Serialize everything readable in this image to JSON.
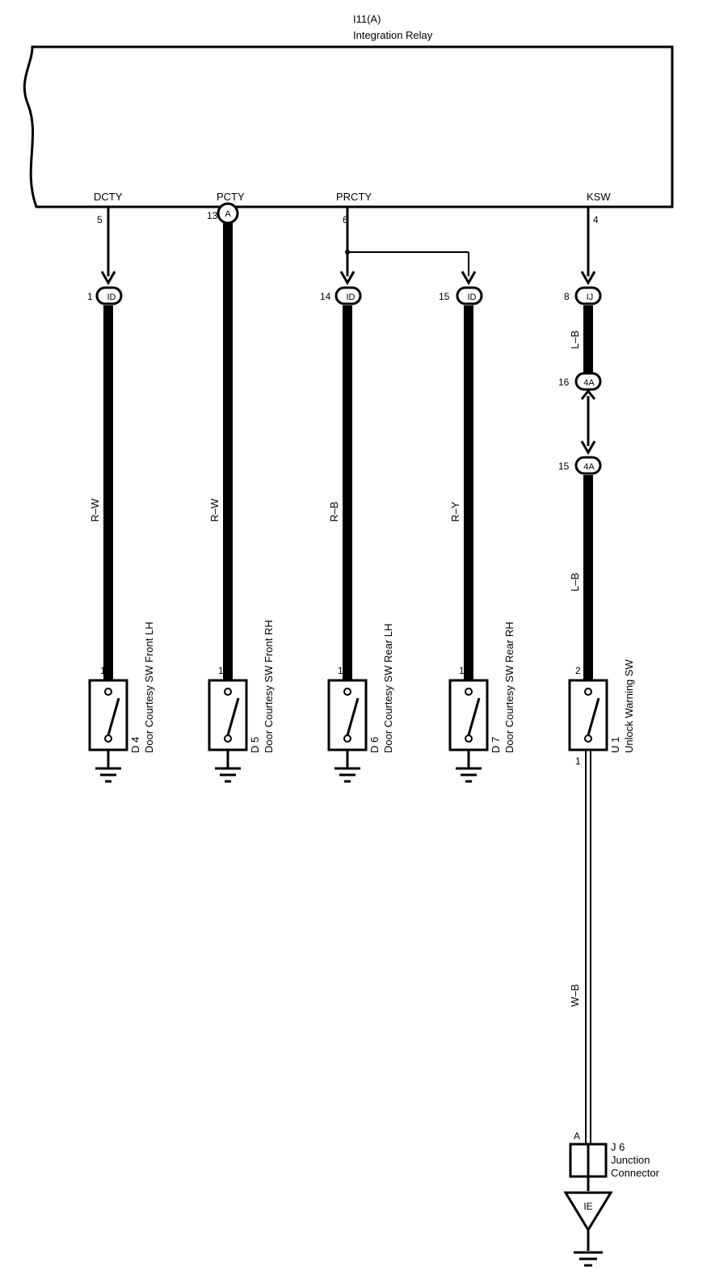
{
  "relay": {
    "id": "I11(A)",
    "name": "Integration Relay"
  },
  "terminals": [
    {
      "label": "DCTY",
      "pin": "5"
    },
    {
      "label": "PCTY",
      "pin": "13",
      "connector": "A"
    },
    {
      "label": "PRCTY",
      "pin": "6"
    },
    {
      "label": "KSW",
      "pin": "4"
    }
  ],
  "connectors": [
    {
      "pin": "1",
      "code": "ID"
    },
    {
      "pin": "14",
      "code": "ID"
    },
    {
      "pin": "15",
      "code": "ID"
    },
    {
      "pin": "8",
      "code": "IJ"
    },
    {
      "pin": "16",
      "code": "4A"
    },
    {
      "pin": "15",
      "code": "4A"
    }
  ],
  "wires": [
    "R–W",
    "R–W",
    "R–B",
    "R–Y",
    "L–B",
    "L–B",
    "W–B"
  ],
  "switches": [
    {
      "id": "D 4",
      "name": "Door Courtesy SW Front LH",
      "pin_top": "1"
    },
    {
      "id": "D 5",
      "name": "Door Courtesy SW Front RH",
      "pin_top": "1"
    },
    {
      "id": "D 6",
      "name": "Door Courtesy SW Rear LH",
      "pin_top": "1"
    },
    {
      "id": "D 7",
      "name": "Door Courtesy SW Rear RH",
      "pin_top": "1"
    },
    {
      "id": "U 1",
      "name": "Unlock Warning SW",
      "pin_top": "2",
      "pin_bottom": "1"
    }
  ],
  "junction": {
    "id": "J 6",
    "line1": "Junction",
    "line2": "Connector",
    "pin": "A"
  },
  "ground_point": {
    "code": "IE"
  }
}
